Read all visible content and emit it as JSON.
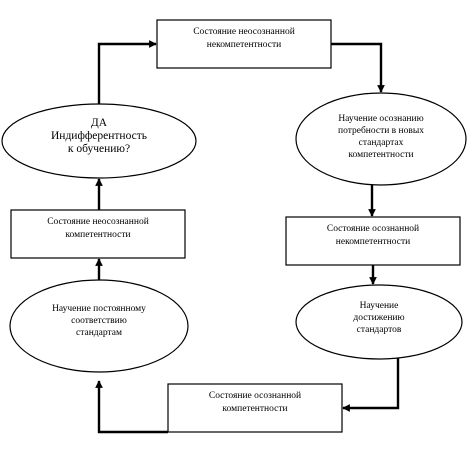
{
  "diagram": {
    "nodes": [
      {
        "id": "n1",
        "shape": "rect",
        "lines": [
          "Состояние неосознанной",
          "некомпетентности"
        ]
      },
      {
        "id": "n2",
        "shape": "ellipse",
        "lines": [
          "Научение осознанию",
          "потребности в новых",
          "стандартах",
          "компетентности"
        ]
      },
      {
        "id": "n3",
        "shape": "rect",
        "lines": [
          "Состояние осознанной",
          "некомпетентности"
        ]
      },
      {
        "id": "n4",
        "shape": "ellipse",
        "lines": [
          "Научение",
          "достижению",
          "стандартов"
        ]
      },
      {
        "id": "n5",
        "shape": "rect",
        "lines": [
          "Состояние осознанной",
          "компетентности"
        ]
      },
      {
        "id": "n6",
        "shape": "ellipse",
        "lines": [
          "Научение постоянному",
          "соответствию",
          "стандартам"
        ]
      },
      {
        "id": "n7",
        "shape": "rect",
        "lines": [
          "Состояние неосознанной",
          "компетентности"
        ]
      },
      {
        "id": "n8",
        "shape": "ellipse",
        "lines": [
          "ДА",
          "Индифферентность",
          "к обучению?"
        ]
      }
    ],
    "edges": [
      {
        "from": "n1",
        "to": "n2"
      },
      {
        "from": "n2",
        "to": "n3"
      },
      {
        "from": "n3",
        "to": "n4"
      },
      {
        "from": "n4",
        "to": "n5"
      },
      {
        "from": "n5",
        "to": "n6"
      },
      {
        "from": "n6",
        "to": "n7"
      },
      {
        "from": "n7",
        "to": "n8"
      },
      {
        "from": "n8",
        "to": "n1"
      }
    ],
    "colors": {
      "line": "#000000",
      "fill": "#ffffff",
      "text": "#000000"
    }
  }
}
